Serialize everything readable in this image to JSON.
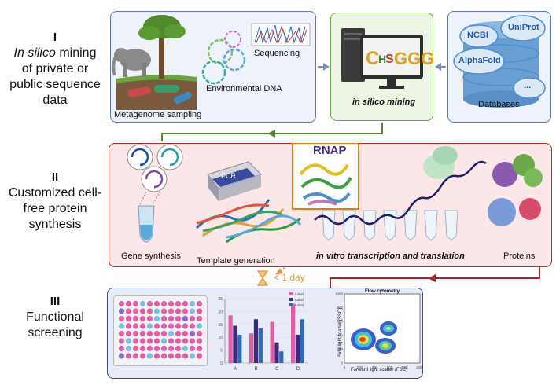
{
  "sections": [
    {
      "num": "I",
      "line1_italic": "In silico",
      "line1_rest": " mining",
      "line2": "of private or",
      "line3": "public sequence",
      "line4": "data"
    },
    {
      "num": "II",
      "line1": "Customized cell-",
      "line2": "free protein",
      "line3": "synthesis"
    },
    {
      "num": "III",
      "line1": "Functional",
      "line2": "screening"
    }
  ],
  "row1": {
    "metagenome": "Metagenome sampling",
    "env_dna": "Environmental DNA",
    "sequencing": "Sequencing",
    "mining": "in silico mining",
    "databases": "Databases",
    "db_items": [
      "NCBI",
      "UniProt",
      "AlphaFold",
      "..."
    ]
  },
  "row2": {
    "gene_synthesis": "Gene synthesis",
    "template_generation": "Template generation",
    "pcr": "PCR",
    "rnap": "RNAP",
    "ivtt": "in vitro transcription and translation",
    "proteins": "Proteins",
    "time": "< 1 day"
  },
  "row3": {
    "flow_title": "Flow cytometry",
    "flow_xlabel": "Forward light scatter (FSC)",
    "flow_ylabel": "Side light scatter (SSC)",
    "flow_xticks": [
      "0",
      "200",
      "400",
      "600",
      "800",
      "1000"
    ],
    "flow_yticks": [
      "0",
      "200",
      "400",
      "600",
      "800",
      "1000"
    ]
  },
  "colors": {
    "panel1_border": "#5b78b8",
    "panel1_fill": "#eef2fa",
    "mining_border": "#6aa544",
    "mining_fill": "#edf6e4",
    "panel2_border": "#b0332f",
    "panel2_fill": "#fbe6e8",
    "panel3_border": "#3f4a9a",
    "panel3_fill": "#e8ebf8",
    "db_blue": "#4f8fcf",
    "arrow_green": "#4e8a2c",
    "arrow_red": "#a12a2a",
    "pink": "#e25fa8",
    "purple": "#3d2a7d",
    "blue": "#2e6bb0"
  },
  "chart_data": {
    "type": "bar",
    "categories": [
      "A",
      "B",
      "C",
      "D"
    ],
    "series": [
      {
        "name": "Label",
        "values": [
          18.5,
          11.5,
          16,
          23
        ]
      },
      {
        "name": "Label",
        "values": [
          14.5,
          17,
          8,
          11
        ]
      },
      {
        "name": "Label",
        "values": [
          11,
          13.5,
          4.5,
          17
        ]
      }
    ],
    "ylim": [
      0,
      25
    ],
    "yticks": [
      "0",
      "5",
      "10",
      "15",
      "20",
      "25"
    ],
    "legend_position": "top-right",
    "title": "",
    "xlabel": "",
    "ylabel": ""
  }
}
